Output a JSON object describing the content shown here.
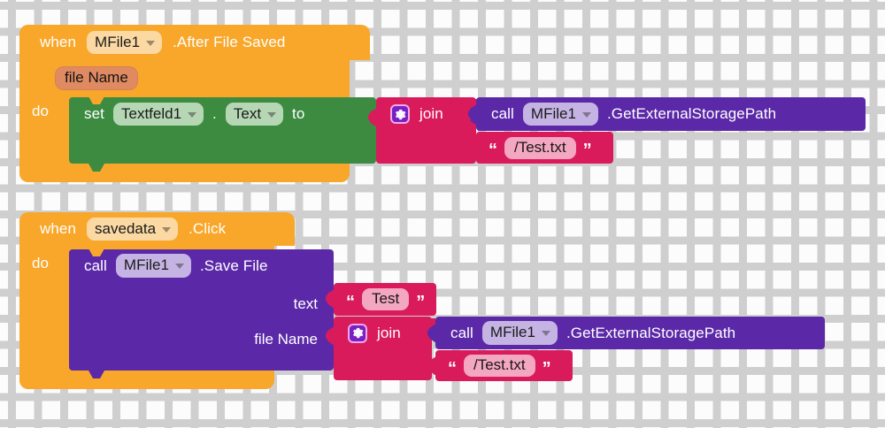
{
  "app": {
    "name": "MIT App Inventor Blocks Editor",
    "canvas_background": "#fcfcfc",
    "grid_mark": "plus"
  },
  "colors": {
    "event_orange": "#f8a72a",
    "event_field": "#fcd9a3",
    "event_param": "#e08a62",
    "set_green": "#3d8b40",
    "set_field": "#b6d7b4",
    "call_purple": "#5b29a8",
    "call_field": "#c5b4e3",
    "text_pink": "#d91b5c",
    "text_field": "#f4a7c0",
    "mutator_icon": "#7a1fc4"
  },
  "blocks": [
    {
      "id": "event-after-file-saved",
      "type": "event",
      "when_label": "when",
      "component": "MFile1",
      "event_name": ".After File Saved",
      "parameters": [
        "file Name"
      ],
      "do_label": "do",
      "body": {
        "id": "set-textfeld1-text",
        "type": "setter",
        "set_label": "set",
        "component": "Textfeld1",
        "property": "Text",
        "dot": ".",
        "to_label": "to",
        "value": {
          "id": "join-1",
          "type": "join",
          "mutator_icon": "gear-icon",
          "label": "join",
          "args": [
            {
              "id": "call-getexternalstoragepath-1",
              "type": "method-call",
              "call_label": "call",
              "component": "MFile1",
              "method": ".GetExternalStoragePath"
            },
            {
              "id": "text-test-txt-1",
              "type": "text",
              "open_quote": "“",
              "close_quote": "”",
              "value": "/Test.txt"
            }
          ]
        }
      }
    },
    {
      "id": "event-savedata-click",
      "type": "event",
      "when_label": "when",
      "component": "savedata",
      "event_name": ".Click",
      "parameters": [],
      "do_label": "do",
      "body": {
        "id": "call-savefile",
        "type": "method-call-statement",
        "call_label": "call",
        "component": "MFile1",
        "method": ".Save File",
        "args": [
          {
            "name": "text",
            "value": {
              "id": "text-test",
              "type": "text",
              "open_quote": "“",
              "close_quote": "”",
              "value": "Test"
            }
          },
          {
            "name": "file Name",
            "value": {
              "id": "join-2",
              "type": "join",
              "mutator_icon": "gear-icon",
              "label": "join",
              "args": [
                {
                  "id": "call-getexternalstoragepath-2",
                  "type": "method-call",
                  "call_label": "call",
                  "component": "MFile1",
                  "method": ".GetExternalStoragePath"
                },
                {
                  "id": "text-test-txt-2",
                  "type": "text",
                  "open_quote": "“",
                  "close_quote": "”",
                  "value": "/Test.txt"
                }
              ]
            }
          }
        ]
      }
    }
  ]
}
